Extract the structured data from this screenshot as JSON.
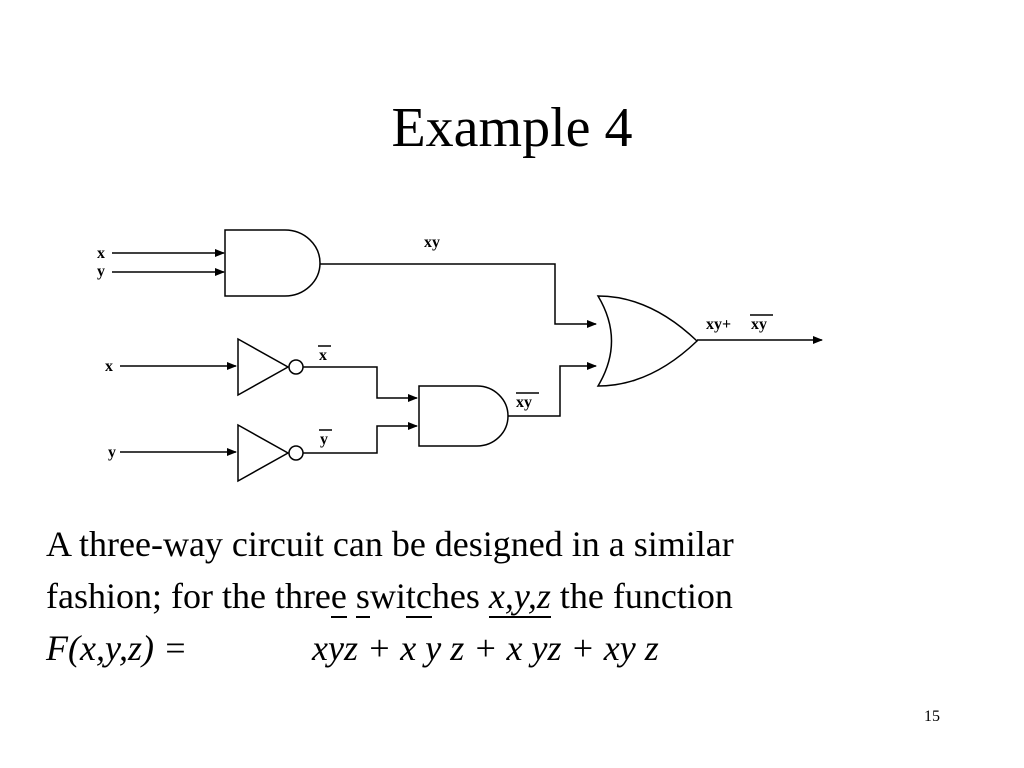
{
  "slide": {
    "title": "Example 4",
    "page_number": "15"
  },
  "circuit": {
    "inputs": {
      "and_top_x": "x",
      "and_top_y": "y",
      "inv_x": "x",
      "inv_y": "y"
    },
    "labels": {
      "xy": "xy",
      "x_bar": "x",
      "y_bar": "y",
      "xbar_ybar": "xy",
      "output_xy": "xy+",
      "output_xbar_ybar": "xy"
    }
  },
  "text": {
    "line1": "A three-way circuit can be designed in a similar",
    "line2_a": "fashion; for the thre",
    "line2_b": "e",
    "line2_c": " ",
    "line2_d": "s",
    "line2_e": "wi",
    "line2_f": "tc",
    "line2_g": "hes ",
    "line2_vars": "x,y,z",
    "line2_h": " the function",
    "func_lhs": "F(x,y,z) =",
    "func_rhs": "xyz + x y z + x yz + xy z"
  }
}
